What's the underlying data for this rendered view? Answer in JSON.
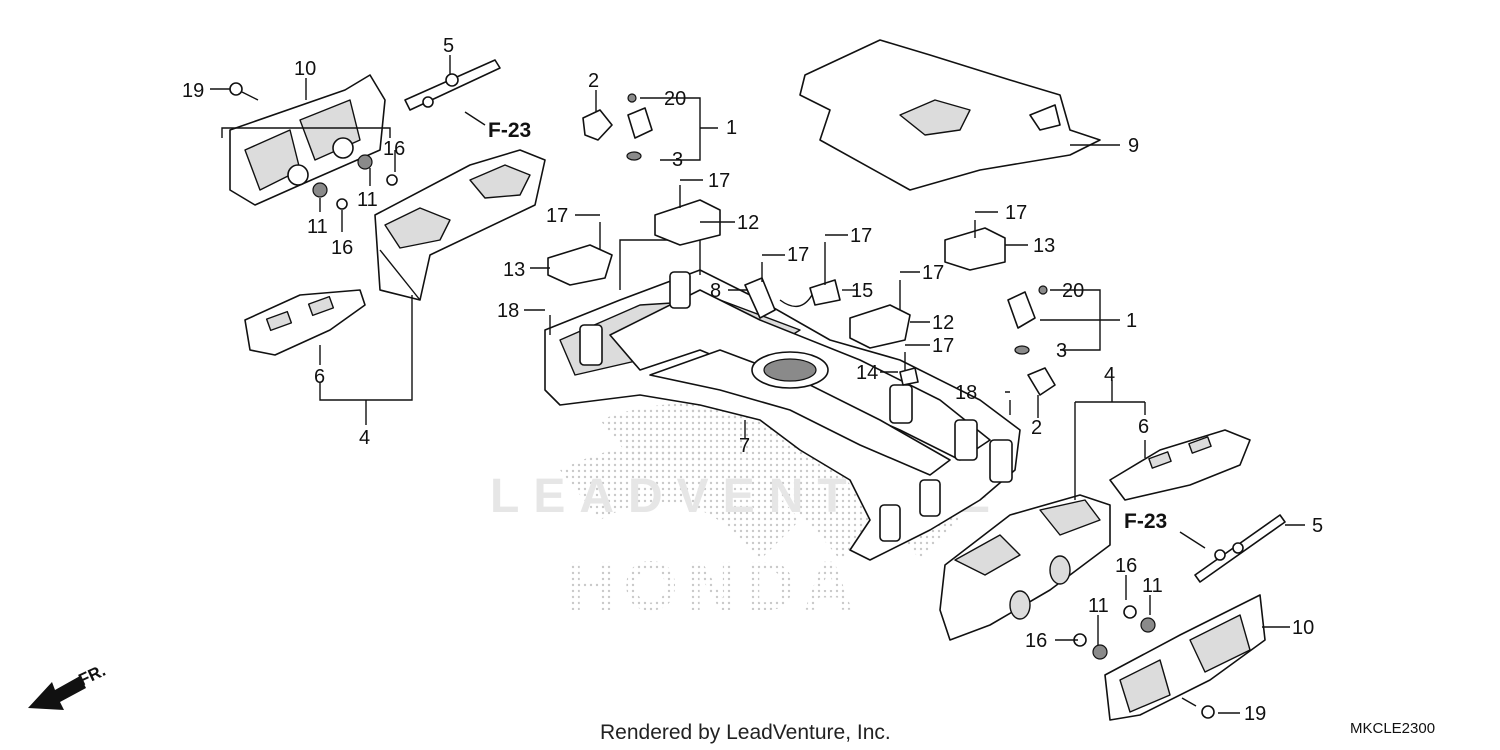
{
  "watermark": {
    "text": "LEADVENTURE",
    "brand": "HONDA"
  },
  "credit": "Rendered by LeadVenture, Inc.",
  "diagram_code": "MKCLE2300",
  "direction_label": "FR.",
  "refs": [
    "F-23",
    "F-23"
  ],
  "callouts": [
    "19",
    "10",
    "5",
    "2",
    "20",
    "1",
    "3",
    "16",
    "11",
    "11",
    "16",
    "17",
    "17",
    "12",
    "13",
    "17",
    "17",
    "8",
    "15",
    "18",
    "17",
    "12",
    "17",
    "14",
    "6",
    "4",
    "7",
    "9",
    "17",
    "13",
    "20",
    "1",
    "3",
    "18",
    "2",
    "4",
    "6",
    "5",
    "16",
    "11",
    "11",
    "10",
    "16",
    "19"
  ]
}
